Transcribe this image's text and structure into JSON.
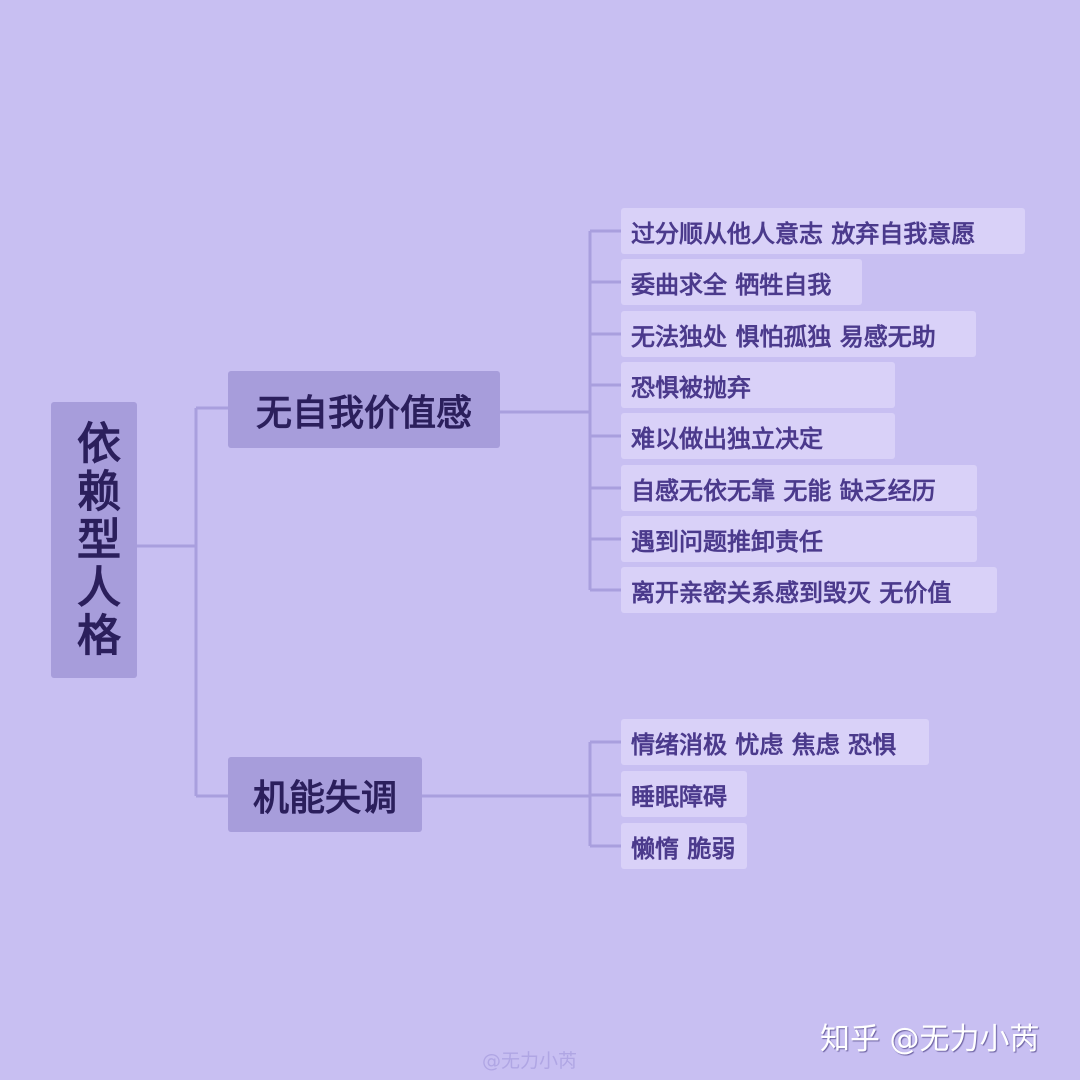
{
  "root": {
    "label": "依赖型人格"
  },
  "branches": [
    {
      "label": "无自我价值感",
      "items": [
        "过分顺从他人意志 放弃自我意愿",
        "委曲求全 牺牲自我",
        "无法独处 惧怕孤独 易感无助",
        "恐惧被抛弃",
        "难以做出独立决定",
        "自感无依无靠 无能 缺乏经历",
        "遇到问题推卸责任",
        "离开亲密关系感到毁灭 无价值"
      ]
    },
    {
      "label": "机能失调",
      "items": [
        "情绪消极 忧虑 焦虑 恐惧",
        "睡眠障碍",
        "懒惰 脆弱"
      ]
    }
  ],
  "watermark": {
    "platform": "知乎 @无力小芮",
    "handle": "@无力小芮"
  },
  "colors": {
    "background": "#c8bff2",
    "node": "#a79ddb",
    "leaf": "#d9d1f8",
    "line": "#a99fde"
  }
}
